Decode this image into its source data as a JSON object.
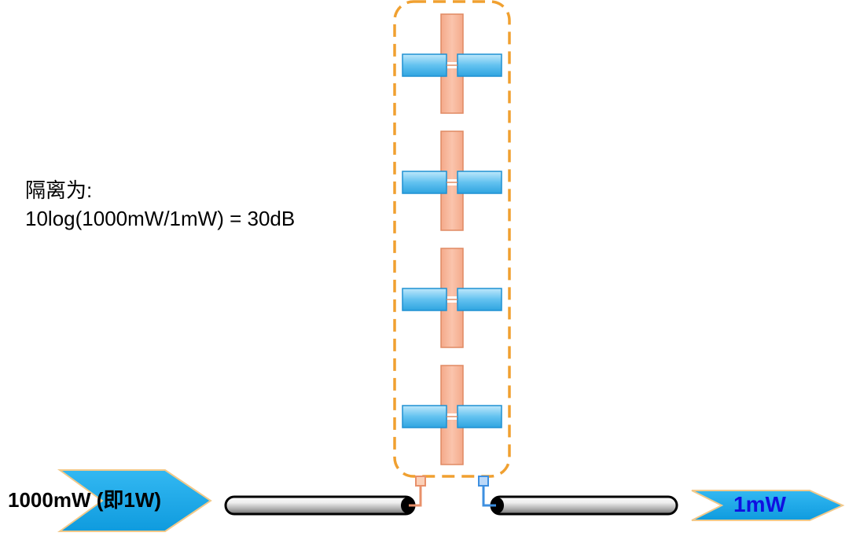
{
  "isolation": {
    "label": "隔离为:",
    "formula": "10log(1000mW/1mW) = 30dB"
  },
  "input_port": {
    "label": "1000mW (即1W)"
  },
  "output_port": {
    "label": "1mW"
  },
  "antenna_array": {
    "element_count": 4
  },
  "colors": {
    "enclosure_dash": "#F0A030",
    "dipole_vertical_fill": "#F7B79A",
    "dipole_vertical_stroke": "#E08A63",
    "dipole_horizontal_fill": "#6CC6F2",
    "dipole_horizontal_stroke": "#1E90D2",
    "arrow_fill": "#1AA7E8",
    "arrow_stroke": "#F2C98A",
    "cable_fill": "#BEBEBE",
    "feed_left": "#E8906A",
    "feed_right": "#3D8FE0",
    "output_text": "#1010E0"
  }
}
